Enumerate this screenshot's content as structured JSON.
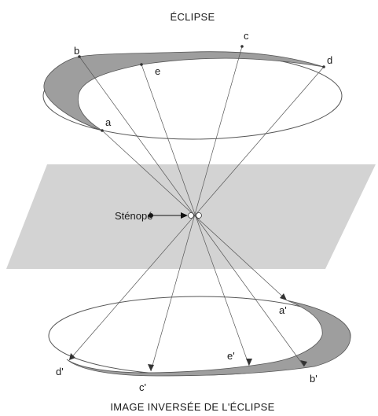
{
  "diagram": {
    "title_top": "ÉCLIPSE",
    "title_bottom": "IMAGE INVERSÉE DE L'ÉCLIPSE",
    "pinhole_label": "Sténopé",
    "points_top": {
      "a": "a",
      "b": "b",
      "c": "c",
      "d": "d",
      "e": "e"
    },
    "points_bottom": {
      "a": "a'",
      "b": "b'",
      "c": "c'",
      "d": "d'",
      "e": "e'"
    },
    "colors": {
      "crescent": "#9e9e9e",
      "plane": "#d3d3d3",
      "line": "#555555",
      "text": "#1a1a1a"
    }
  }
}
